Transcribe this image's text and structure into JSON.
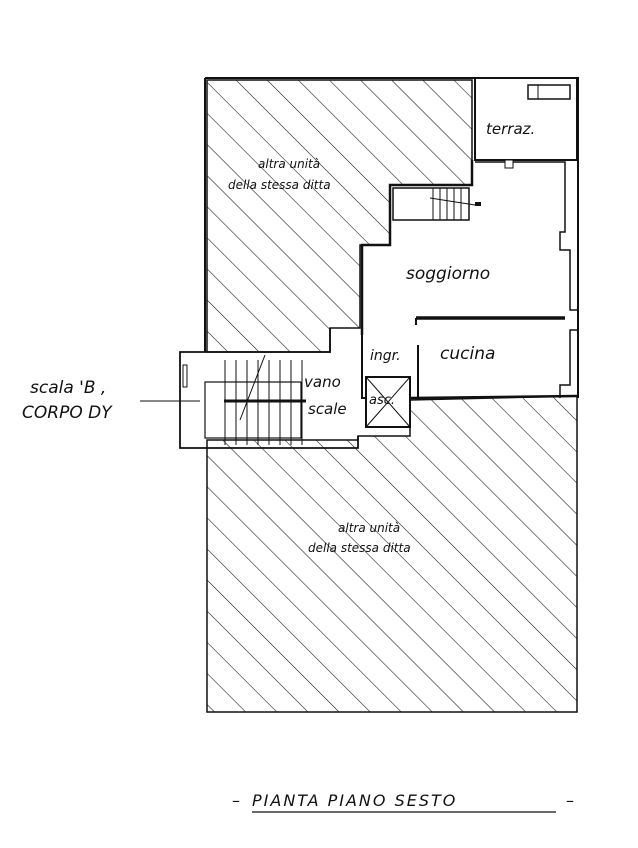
{
  "drawing": {
    "title": "PIANTA PIANO SESTO",
    "title_dashes": [
      "–",
      "–"
    ],
    "side_label": [
      "scala 'B ,",
      "CORPO DY"
    ],
    "hatched_upper": [
      "altra unità",
      "della stessa ditta"
    ],
    "hatched_lower": [
      "altra unità",
      "della stessa ditta"
    ],
    "rooms": {
      "terrace": "terraz.",
      "living": "soggiorno",
      "entrance": "ingr.",
      "kitchen": "cucina",
      "stairwell": [
        "vano",
        "scale"
      ],
      "lift": "asc."
    },
    "ink_color": "#111111"
  }
}
